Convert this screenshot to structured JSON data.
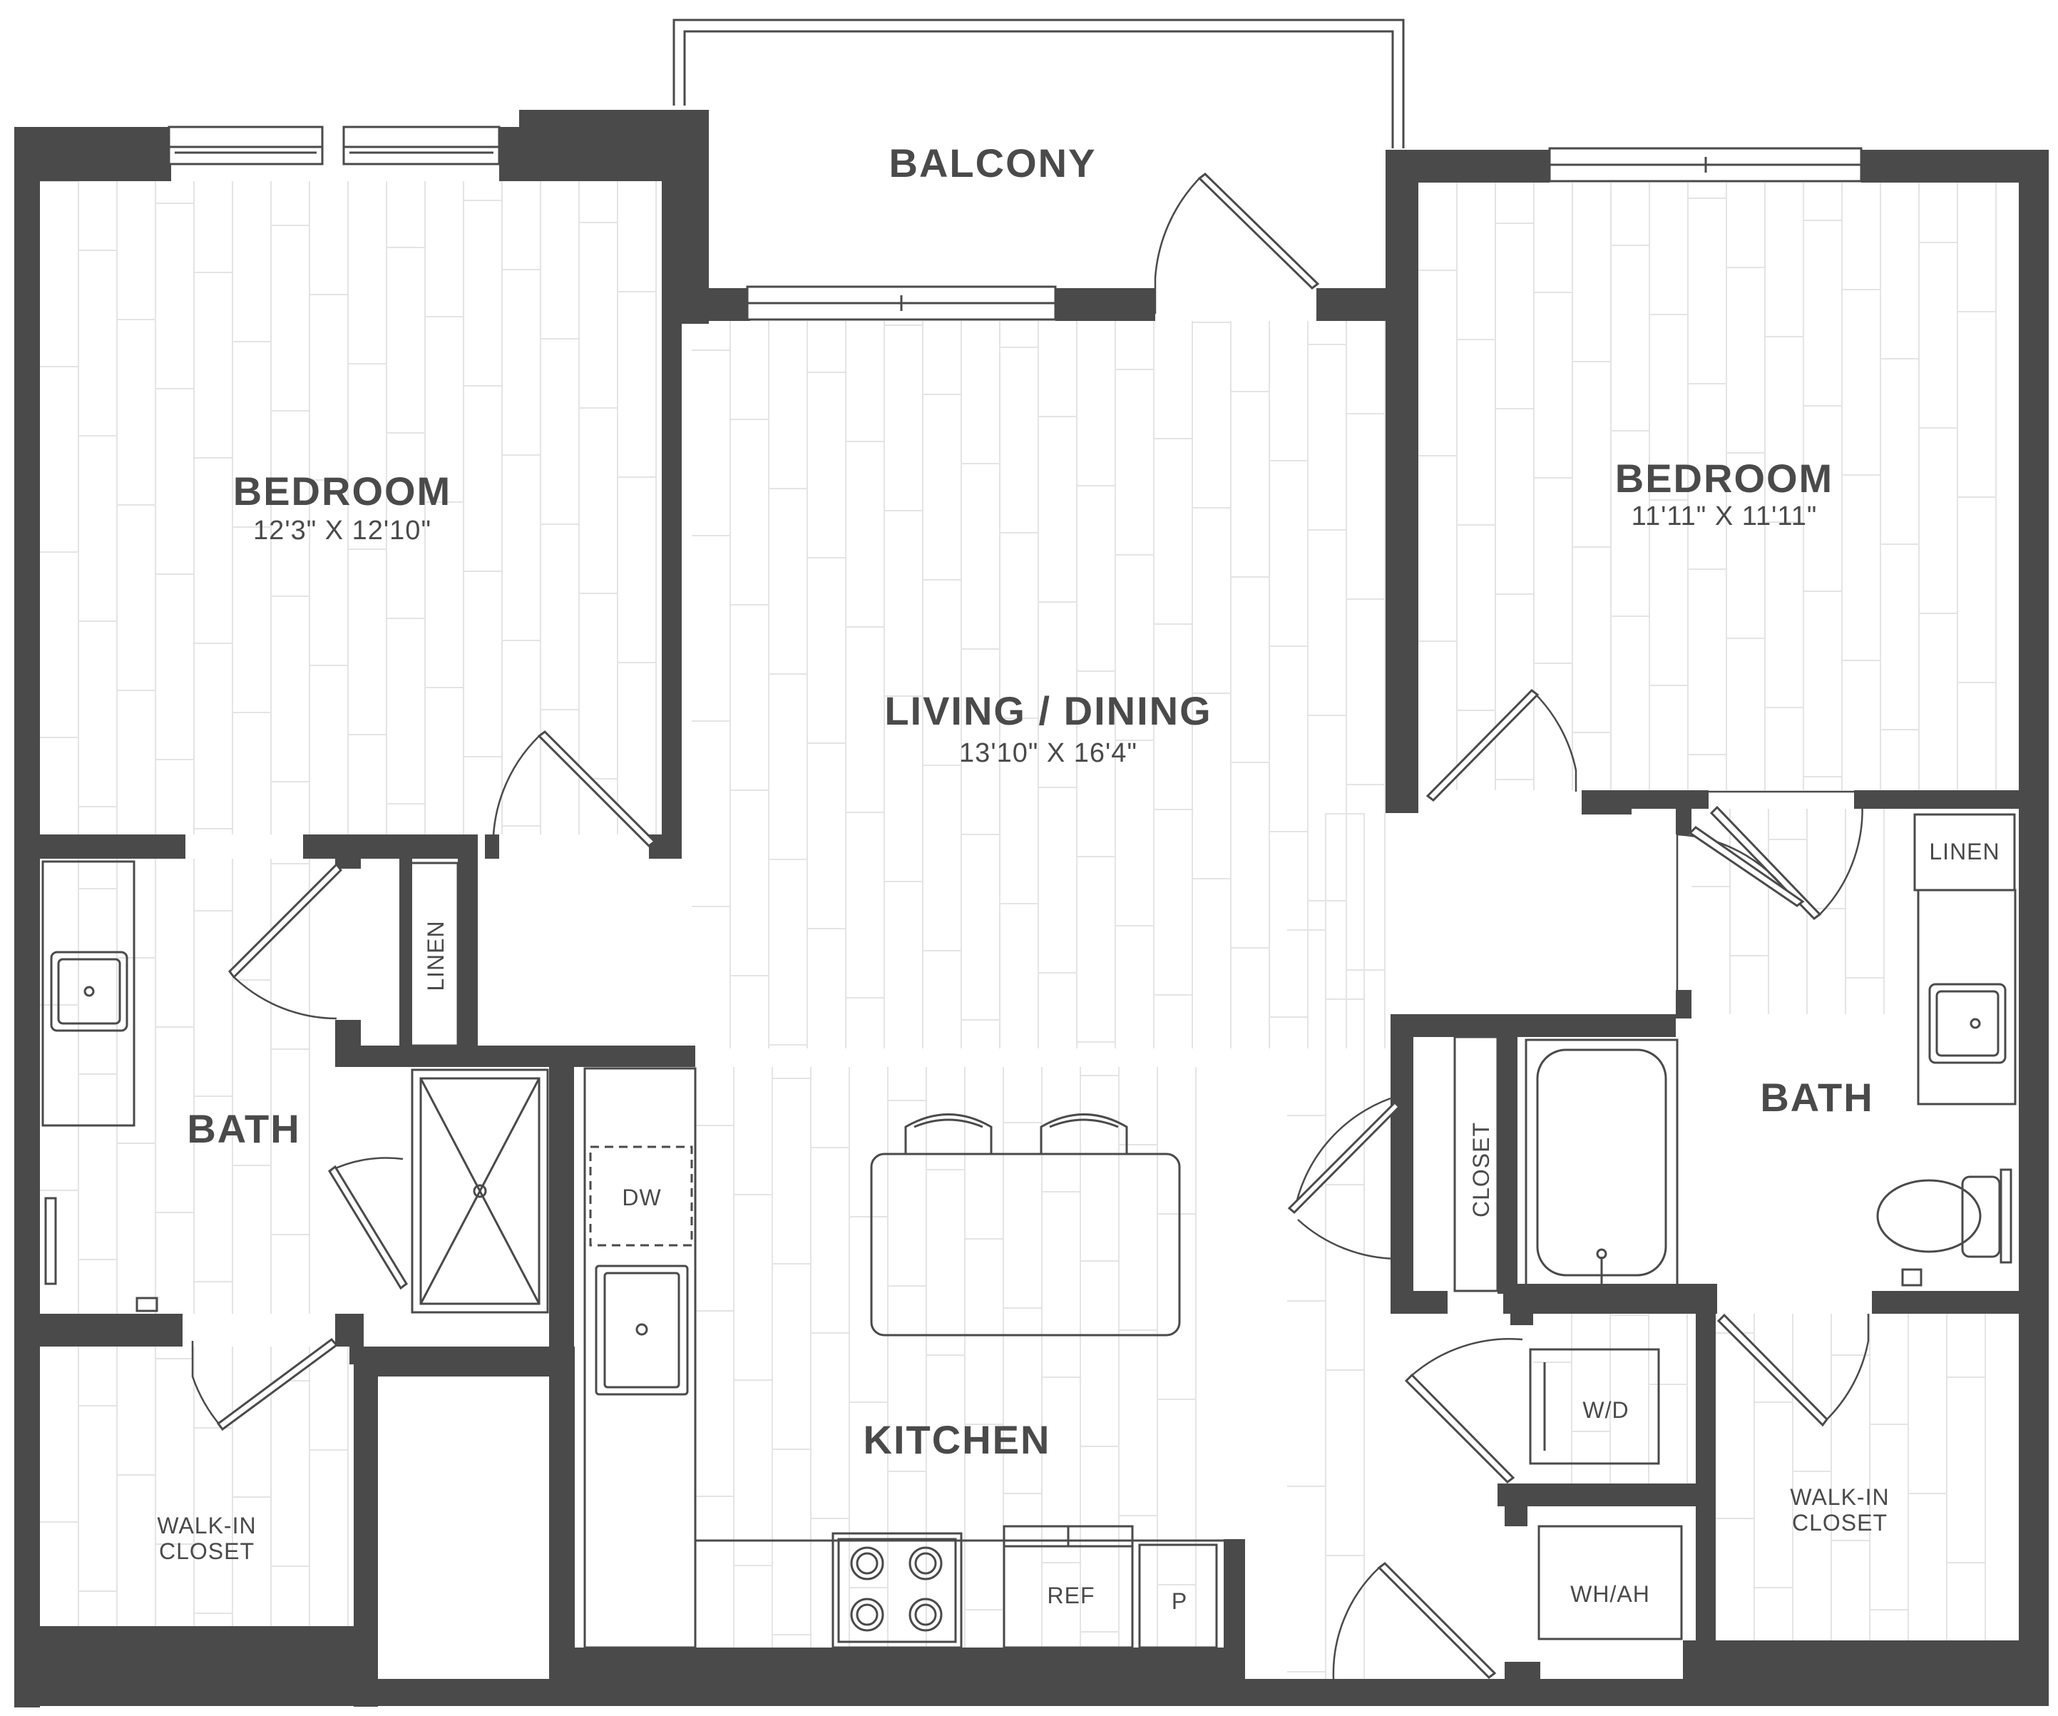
{
  "rooms": {
    "balcony": {
      "name": "BALCONY"
    },
    "bedroom_left": {
      "name": "BEDROOM",
      "dims": "12'3\" X 12'10\""
    },
    "bedroom_right": {
      "name": "BEDROOM",
      "dims": "11'11\" X 11'11\""
    },
    "living": {
      "name": "LIVING / DINING",
      "dims": "13'10\" X 16'4\""
    },
    "bath_left": {
      "name": "BATH"
    },
    "bath_right": {
      "name": "BATH"
    },
    "kitchen": {
      "name": "KITCHEN"
    },
    "closet_left": {
      "line1": "WALK-IN",
      "line2": "CLOSET"
    },
    "closet_right": {
      "line1": "WALK-IN",
      "line2": "CLOSET"
    }
  },
  "fixtures": {
    "linen_left": "LINEN",
    "linen_right": "LINEN",
    "closet_hall": "CLOSET",
    "dw": "DW",
    "ref": "REF",
    "pantry": "P",
    "wd": "W/D",
    "whah": "WH/AH"
  },
  "colors": {
    "wall": "#4a4a4a",
    "floor_planks": "#e4e4e4",
    "background": "#ffffff"
  }
}
